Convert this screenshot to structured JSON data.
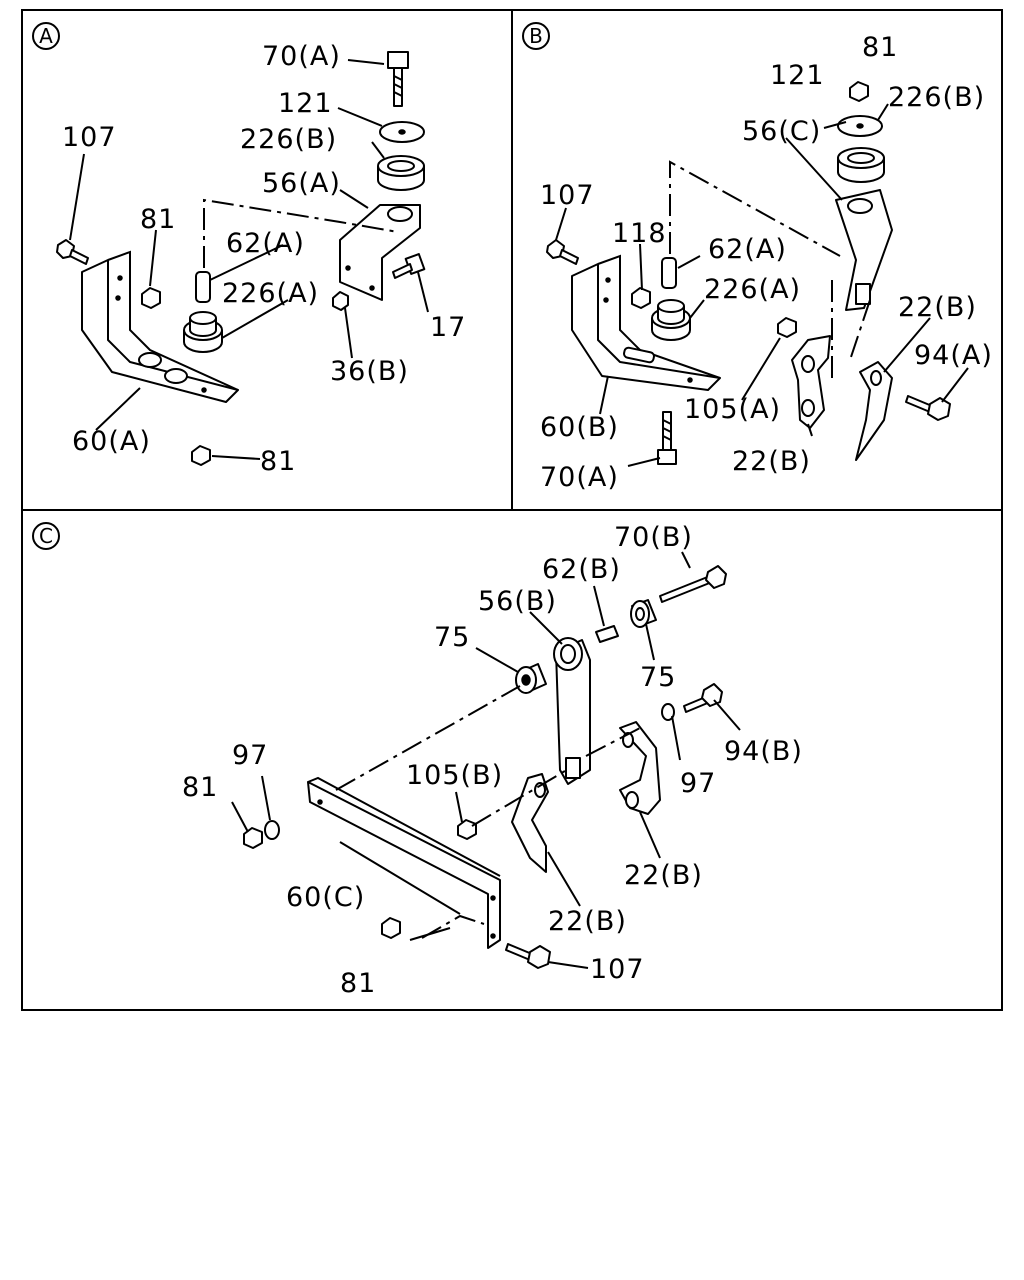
{
  "panels": [
    {
      "id": "A",
      "letter": "A",
      "labels": [
        "70(A)",
        "121",
        "226(B)",
        "107",
        "56(A)",
        "81",
        "62(A)",
        "226(A)",
        "17",
        "36(B)",
        "60(A)",
        "81"
      ]
    },
    {
      "id": "B",
      "letter": "B",
      "labels": [
        "81",
        "121",
        "226(B)",
        "56(C)",
        "107",
        "118",
        "62(A)",
        "226(A)",
        "22(B)",
        "94(A)",
        "105(A)",
        "60(B)",
        "22(B)",
        "70(A)"
      ]
    },
    {
      "id": "C",
      "letter": "C",
      "labels": [
        "70(B)",
        "62(B)",
        "56(B)",
        "75",
        "75",
        "94(B)",
        "97",
        "97",
        "81",
        "105(B)",
        "22(B)",
        "60(C)",
        "22(B)",
        "81",
        "107"
      ]
    }
  ]
}
